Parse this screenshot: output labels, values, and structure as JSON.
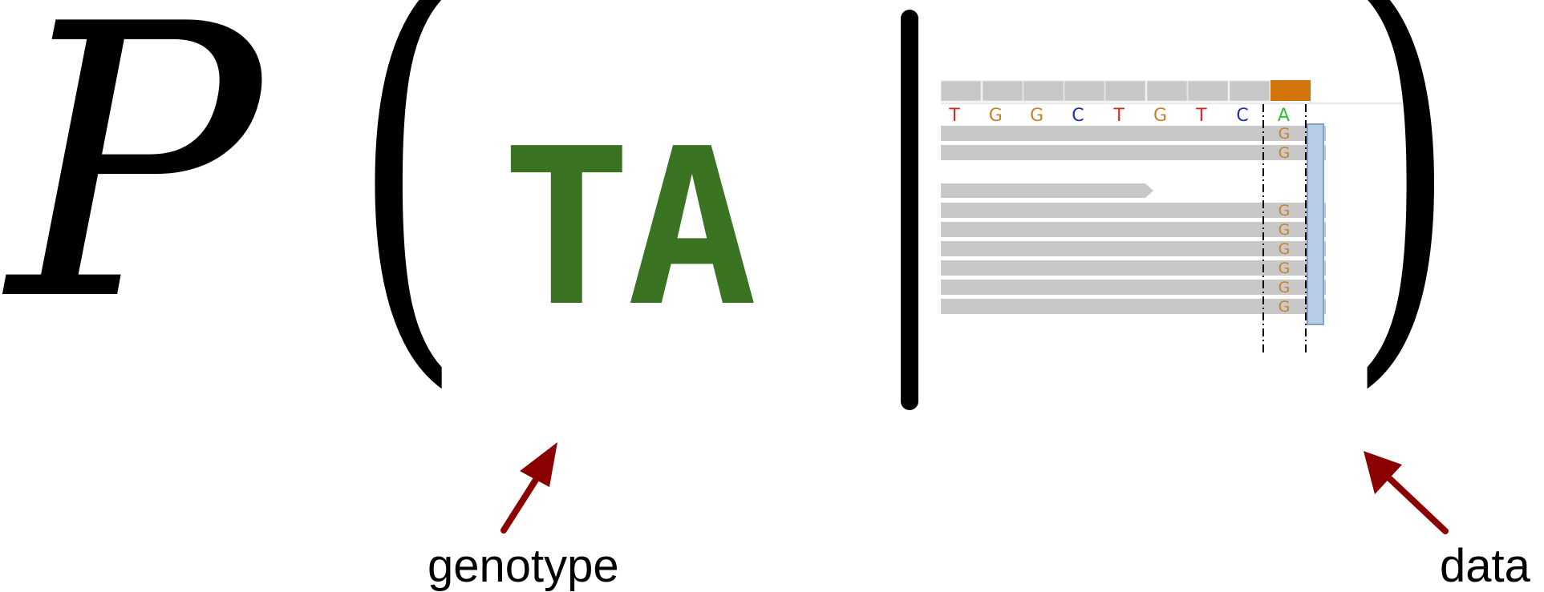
{
  "formula": {
    "probability_symbol": "P",
    "left_paren": "(",
    "right_paren": ")",
    "genotype": "TA"
  },
  "labels": {
    "genotype": "genotype",
    "data": "data"
  },
  "colors": {
    "genotype_text": "#3a7321",
    "arrow": "#8b0000",
    "read": "#c8c8c8",
    "coverage_highlight": "#d2740a",
    "alt_base": "#c8822b"
  },
  "alignment": {
    "reference_bases": [
      "T",
      "G",
      "G",
      "C",
      "T",
      "G",
      "T",
      "C",
      "A"
    ],
    "base_colors": {
      "T": "#d42a2a",
      "G": "#c8822b",
      "C": "#1f2fb3",
      "A": "#2fc42f"
    },
    "read_alt_bases": [
      "G",
      "G",
      "",
      "",
      "G",
      "G",
      "G",
      "G",
      "G",
      "G"
    ]
  }
}
